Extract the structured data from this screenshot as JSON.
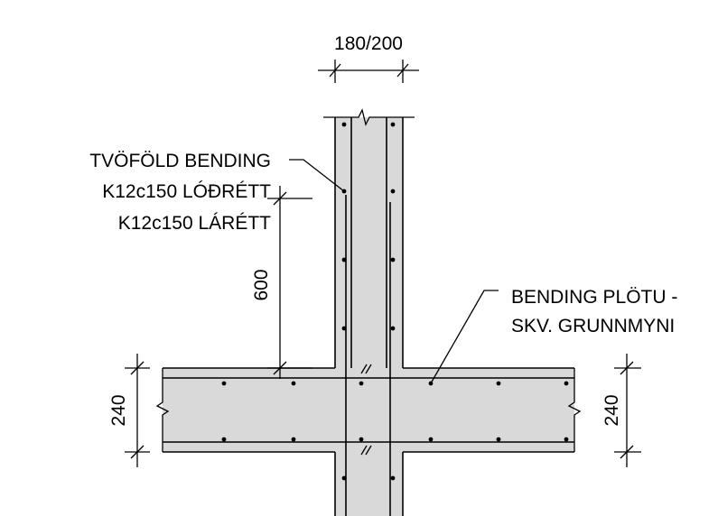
{
  "title": "",
  "labels": {
    "wall_thickness": "180/200",
    "wall_rebar_line1": "TVÖFÖLD BENDING",
    "wall_rebar_line2": "K12c150 LÓÐRÉTT",
    "wall_rebar_line3": "K12c150 LÁRÉTT",
    "lap_length": "600",
    "slab_rebar_line1": "BENDING PLÖTU -",
    "slab_rebar_line2": "SKV. GRUNNMYNI",
    "slab_thickness_left": "240",
    "slab_thickness_right": "240"
  },
  "colors": {
    "concrete": "#d9d9d9",
    "line": "#000000"
  }
}
